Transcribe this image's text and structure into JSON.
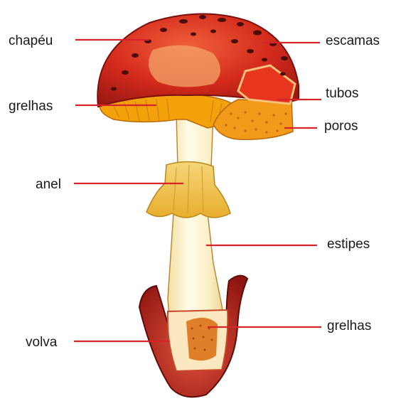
{
  "labels": {
    "cap": "chapéu",
    "scales": "escamas",
    "gills_top": "grelhas",
    "tubes": "tubos",
    "pores": "poros",
    "ring": "anel",
    "stipe": "estipes",
    "volva": "volva",
    "gills_bottom": "grelhas"
  },
  "colors": {
    "leader_line": "#d8232a",
    "cap_red": "#d42a1c",
    "cap_dark": "#8e1410",
    "gill_yellow": "#f4a20c",
    "stem_cream": "#fbf3cf",
    "ring_yellow": "#f3c85a"
  }
}
